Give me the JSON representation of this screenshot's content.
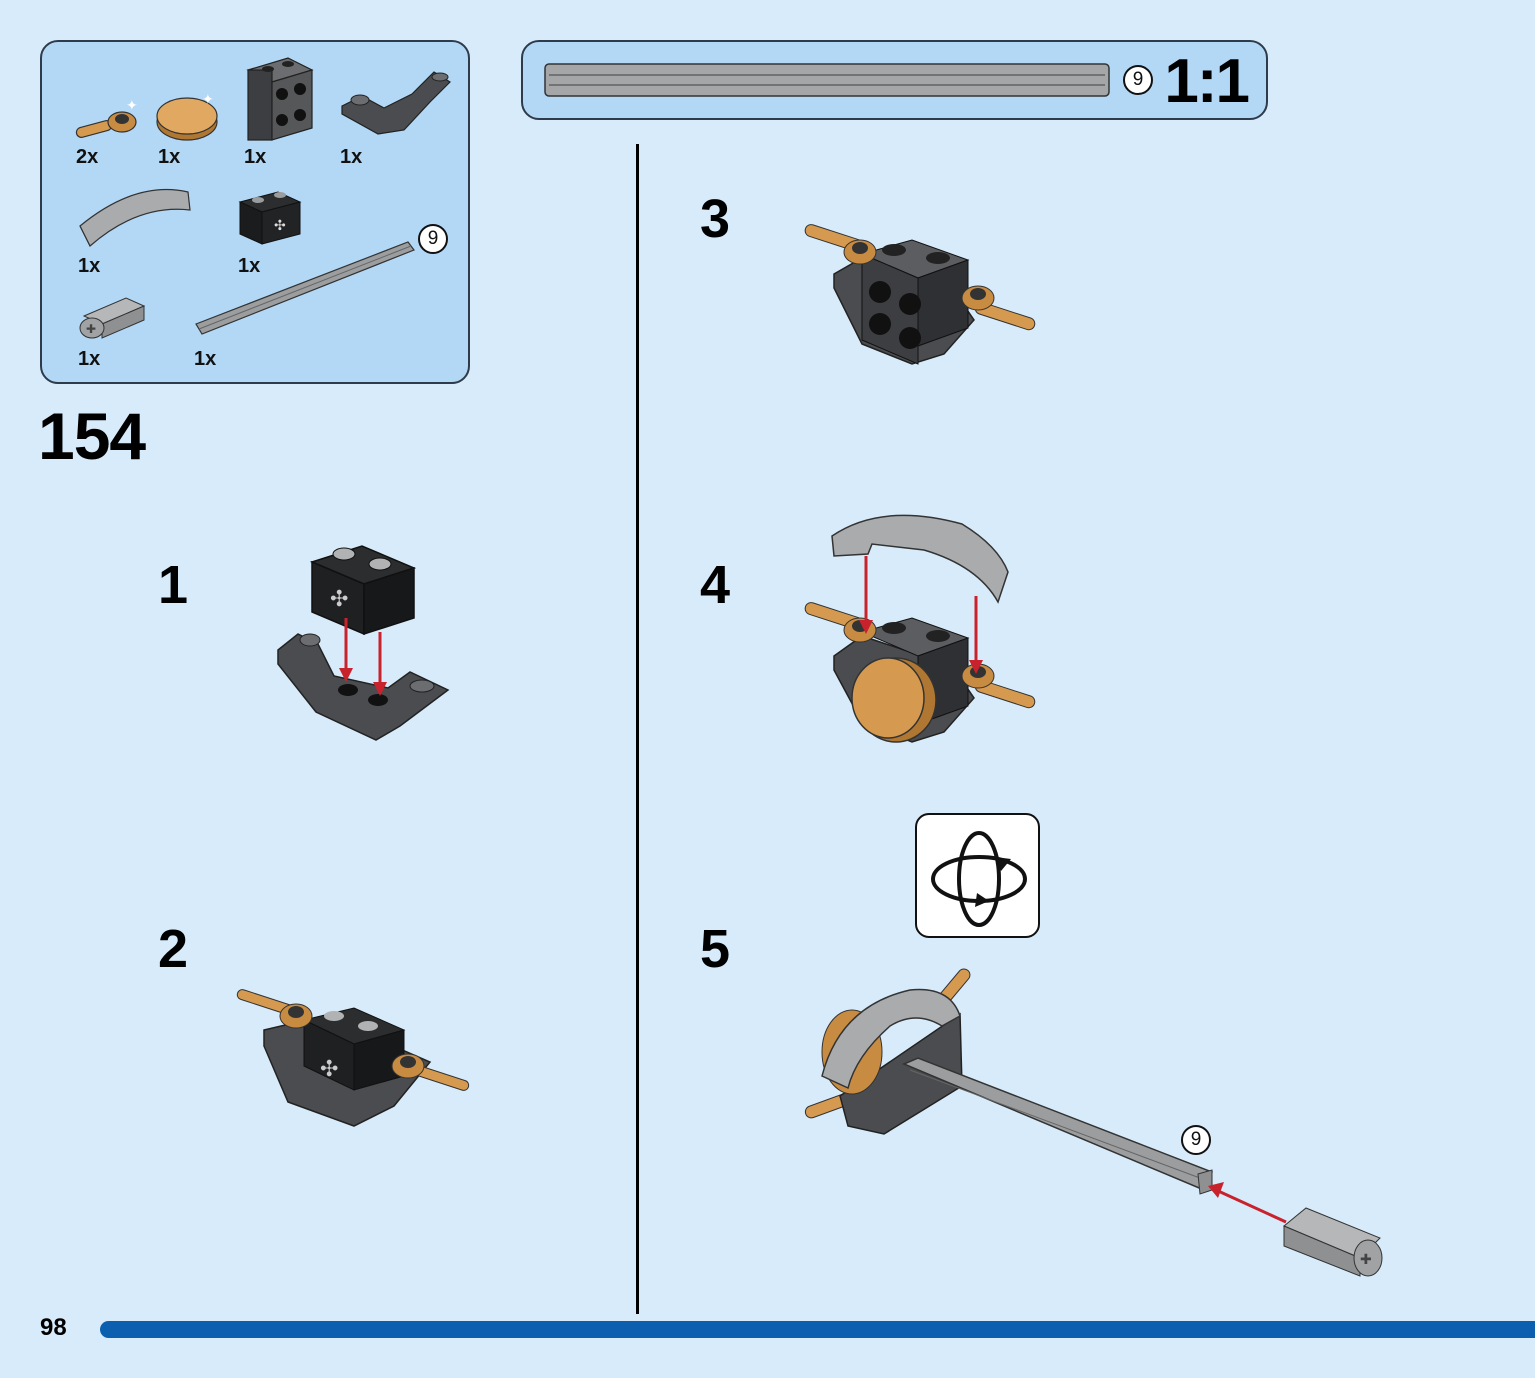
{
  "parts_list": {
    "items": [
      {
        "quantity": "2x",
        "icon": "gold-clip-with-bar-icon"
      },
      {
        "quantity": "1x",
        "icon": "gold-round-tile-icon"
      },
      {
        "quantity": "1x",
        "icon": "bracket-2x2-dark-icon"
      },
      {
        "quantity": "1x",
        "icon": "inverted-slope-dark-icon"
      },
      {
        "quantity": "1x",
        "icon": "curved-slope-grey-icon"
      },
      {
        "quantity": "1x",
        "icon": "technic-brick-black-icon"
      },
      {
        "quantity": "1x",
        "icon": "axle-connector-grey-icon"
      },
      {
        "quantity": "1x",
        "icon": "axle-grey-icon"
      }
    ],
    "axle_length": "9"
  },
  "scale_box": {
    "axle_length": "9",
    "label": "1:1"
  },
  "main_step": "154",
  "sub_steps": [
    "1",
    "2",
    "3",
    "4",
    "5"
  ],
  "step5_axle_length": "9",
  "page_number": "98",
  "colors": {
    "background": "#d7ebfa",
    "panel": "#b3d8f6",
    "progress_bar": "#0b5fae",
    "arrow": "#c8232c",
    "gold": "#d59a4f",
    "dark_grey": "#4a4c4f",
    "light_grey": "#a9abad"
  }
}
